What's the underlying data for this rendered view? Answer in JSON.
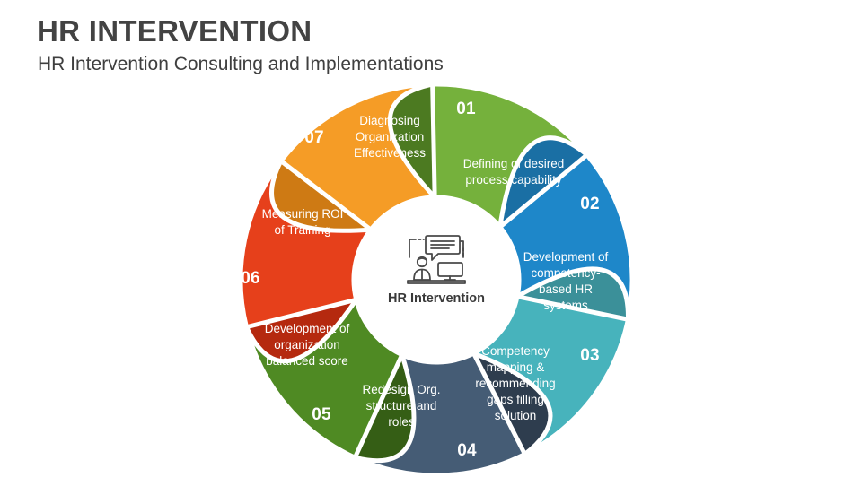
{
  "header": {
    "title": "HR INTERVENTION",
    "subtitle": "HR Intervention Consulting and Implementations"
  },
  "center": {
    "label": "HR Intervention",
    "icon": "presenter-screen-chat-icon"
  },
  "chart_data": {
    "type": "pie",
    "title": "HR INTERVENTION",
    "subtitle": "HR Intervention Consulting and Implementations",
    "center_label": "HR Intervention",
    "legend": "none",
    "segment_count": 7,
    "categories": [
      "01",
      "02",
      "03",
      "04",
      "05",
      "06",
      "07"
    ],
    "values": [
      1,
      1,
      1,
      1,
      1,
      1,
      1
    ],
    "segments": [
      {
        "number": "01",
        "label": "Defining of desired process capability",
        "color": "#E6401B",
        "tail_color": "#B5290F"
      },
      {
        "number": "02",
        "label": "Development of competency-based HR systems",
        "color": "#F59C26",
        "tail_color": "#CE7A14"
      },
      {
        "number": "03",
        "label": "Competency mapping & recommending gaps filling solution",
        "color": "#75B13C",
        "tail_color": "#4C7A21"
      },
      {
        "number": "04",
        "label": "Redesign Org. structure and roles",
        "color": "#1E87C9",
        "tail_color": "#1A6FA4"
      },
      {
        "number": "05",
        "label": "Development of organization balanced score",
        "color": "#47B3BC",
        "tail_color": "#3B9099"
      },
      {
        "number": "06",
        "label": "Measuring ROI of Training",
        "color": "#455C75",
        "tail_color": "#2E3D4E"
      },
      {
        "number": "07",
        "label": "Diagnosing Organization Effectiveness",
        "color": "#4F8A23",
        "tail_color": "#355E15"
      }
    ]
  },
  "colors": {
    "title": "#434343",
    "subtitle": "#3f3f3f",
    "background": "#ffffff",
    "segment_gap": "#ffffff"
  }
}
